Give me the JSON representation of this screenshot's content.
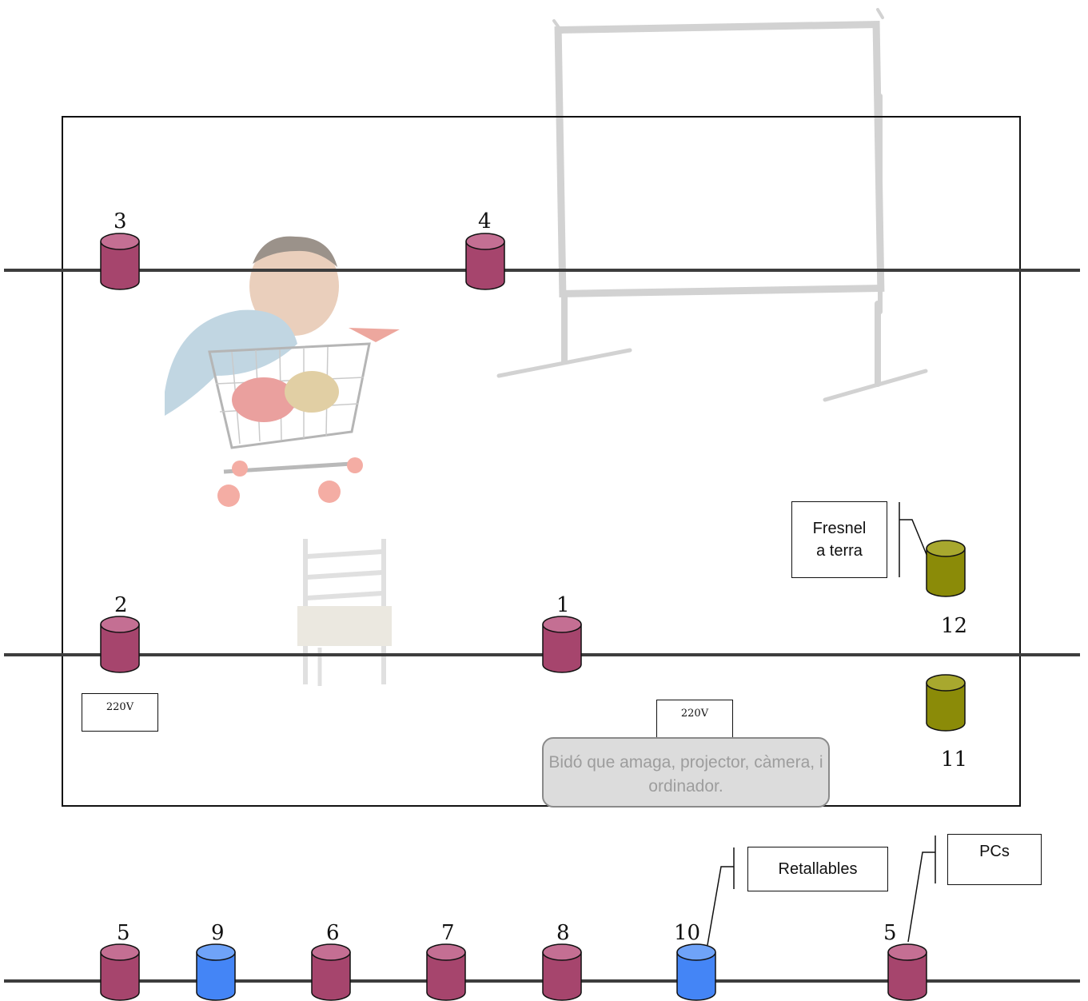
{
  "colors": {
    "stage_can": "#a6456d",
    "floor_can": "#8b8b08",
    "blue_can": "#4485f6",
    "bar": "#3d3d3d",
    "note_bg": "#dcdcdc",
    "note_text": "#9d9d9d"
  },
  "lights": {
    "l1": "1",
    "l2": "2",
    "l3": "3",
    "l4": "4",
    "l5a": "5",
    "l9": "9",
    "l6": "6",
    "l7": "7",
    "l8": "8",
    "l10": "10",
    "l5b": "5",
    "l11": "11",
    "l12": "12"
  },
  "labels": {
    "fresnel_line1": "Fresnel",
    "fresnel_line2": "a terra",
    "retallables": "Retallables",
    "pcs": "PCs",
    "volt_left": "220V",
    "volt_center": "220V",
    "note": "Bidó que amaga, projector, càmera, i ordinador."
  },
  "illustrations": {
    "screen": "projection-screen",
    "caricature": "man-with-shopping-cart",
    "chair": "wooden-chair"
  }
}
